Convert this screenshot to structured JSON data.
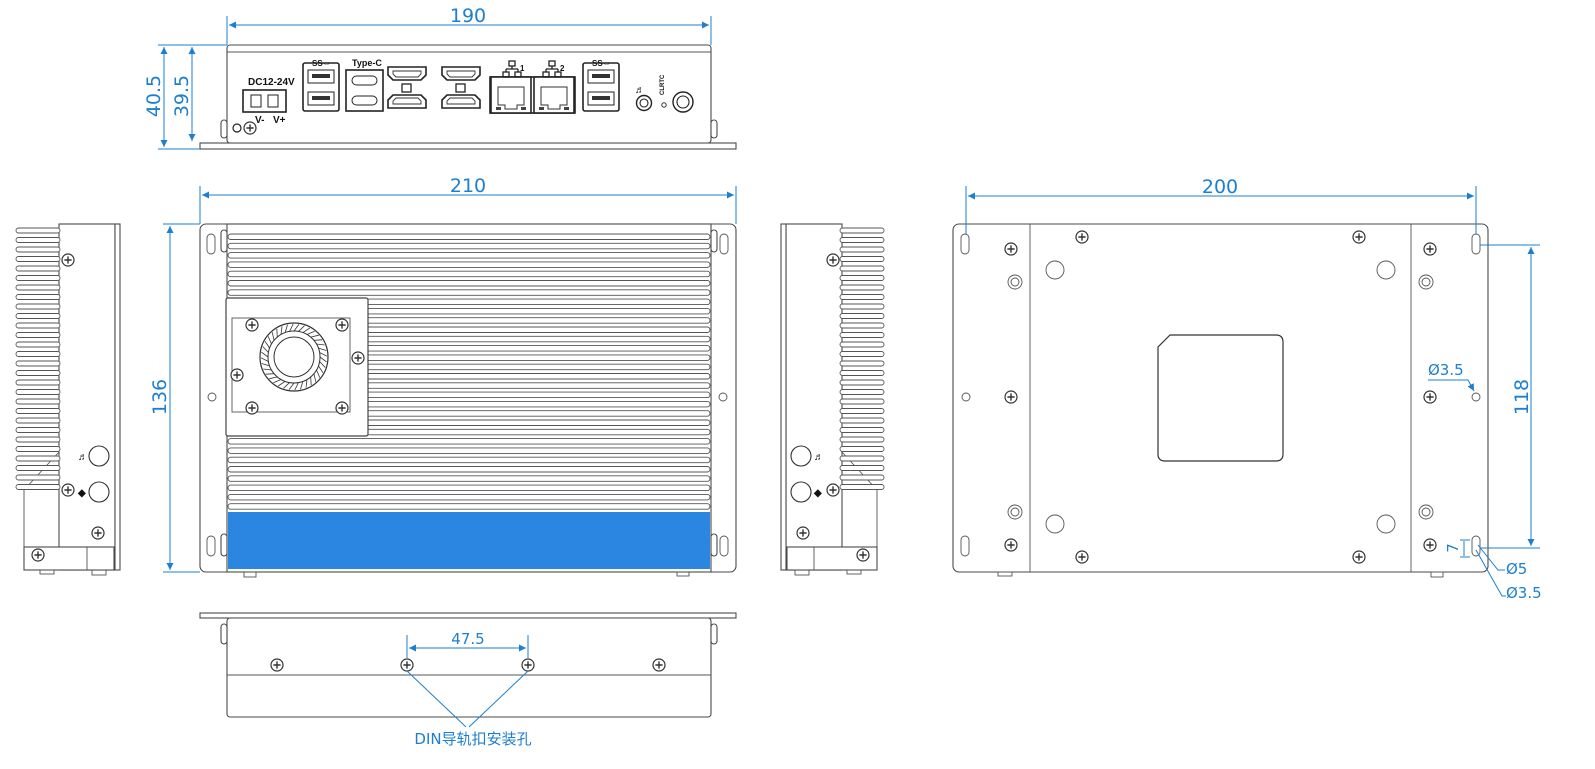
{
  "dimensions": {
    "front_width": "190",
    "front_height_outer": "40.5",
    "front_height_inner": "39.5",
    "top_width": "210",
    "top_depth": "136",
    "bottom_width": "200",
    "bottom_hole_spacing": "118",
    "hole_dia_small": "Ø3.5",
    "slot_length": "7",
    "slot_dia_large": "Ø5",
    "slot_dia_small": "Ø3.5",
    "din_hole_spacing": "47.5"
  },
  "labels": {
    "power_input": "DC12-24V",
    "power_minus": "V-",
    "power_plus": "V+",
    "type_c": "Type-C",
    "clr_rtc": "CLRTC",
    "lan1": "1",
    "lan2": "2",
    "din_holes": "DIN导轨扣安装孔"
  },
  "colors": {
    "dimension": "#1d7fd0",
    "accent_panel": "#2a86e0",
    "outline": "#4a4a4a"
  },
  "icons": [
    "screw-icon",
    "usb3-icon",
    "hdmi-icon",
    "lan-icon",
    "power-button-icon",
    "audio-jack-icon"
  ]
}
